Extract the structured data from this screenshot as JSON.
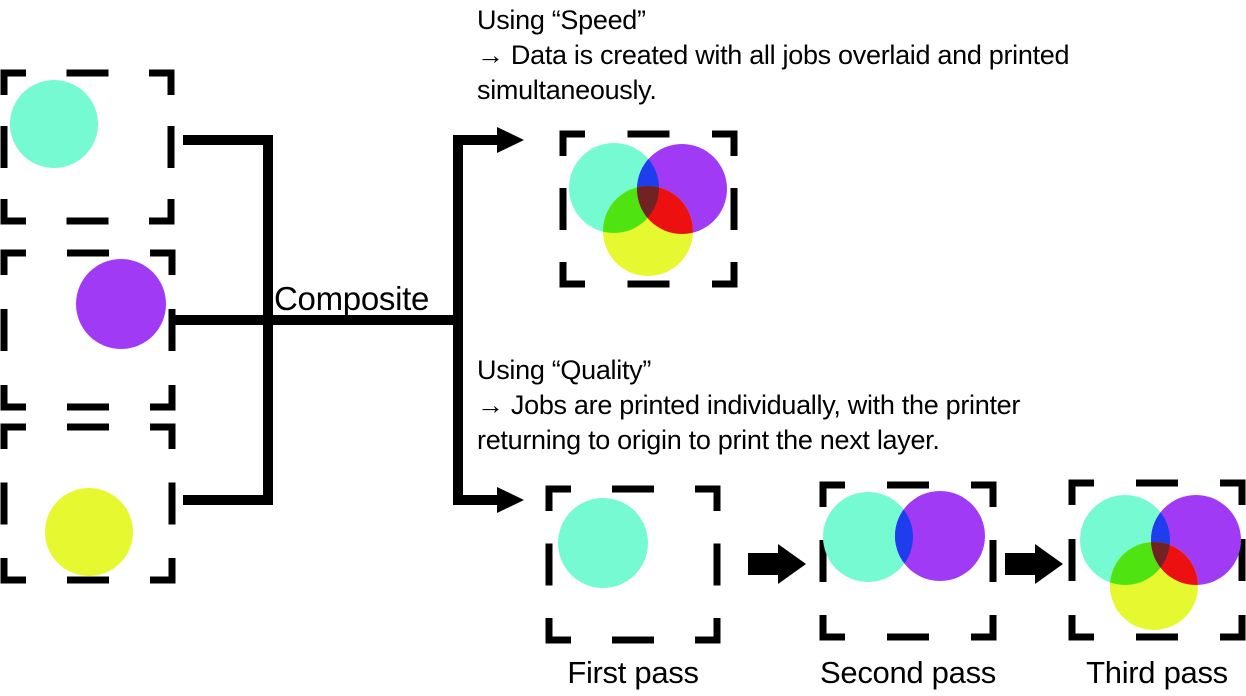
{
  "texts": {
    "speed": "Using “Speed”\n→ Data is created with all jobs overlaid and printed\nsimultaneously.",
    "quality": "Using “Quality”\n→ Jobs are printed individually, with the printer\nreturning to origin to print the next layer.",
    "composite": "Composite"
  },
  "passes": [
    {
      "label": "First pass"
    },
    {
      "label": "Second pass"
    },
    {
      "label": "Third pass"
    }
  ],
  "colors": {
    "line": "#000000",
    "teal": "#76FAD2",
    "purple": "#A03AF5",
    "yellow": "#E6F930",
    "overlap_teal_purple": "#1E3EEE",
    "overlap_teal_yellow": "#50E312",
    "overlap_purple_yellow": "#ED1010",
    "overlap_all": "#702322"
  }
}
